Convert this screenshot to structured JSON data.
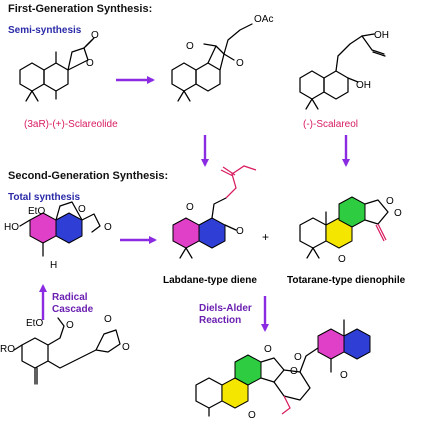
{
  "sections": {
    "first": {
      "title": "First-Generation Synthesis:",
      "subtitle": "Semi-synthesis"
    },
    "second": {
      "title": "Second-Generation Synthesis:",
      "subtitle": "Total synthesis"
    }
  },
  "compounds": {
    "sclareolide": "(3aR)-(+)-Sclareolide",
    "scalareol": "(-)-Scalareol",
    "labdane_diene": "Labdane-type diene",
    "totarane_dienophile": "Totarane-type dienophile"
  },
  "reactions": {
    "radical_cascade_line1": "Radical",
    "radical_cascade_line2": "Cascade",
    "diels_alder_line1": "Diels-Alder",
    "diels_alder_line2": "Reaction",
    "plus_sign": "+"
  },
  "atom_labels": {
    "O": "O",
    "OAc": "OAc",
    "OH": "OH",
    "HO": "HO",
    "RO": "RO",
    "EtO": "EtO",
    "H": "H"
  },
  "ring_colors": {
    "magenta": "#e040c8",
    "blue": "#2f3fd6",
    "green": "#2ecc40",
    "yellow": "#f5e600",
    "arrow_purple": "#8a2be2"
  }
}
